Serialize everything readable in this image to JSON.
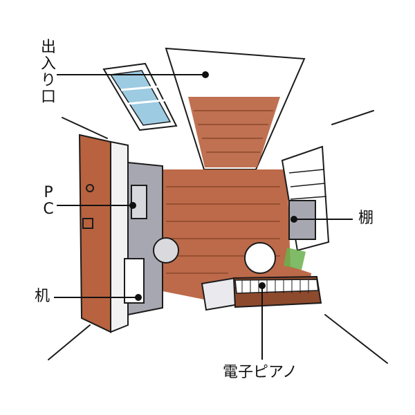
{
  "labels": {
    "entrance": [
      "出",
      "入",
      "り",
      "口"
    ],
    "pc": [
      "P",
      "C"
    ],
    "desk": "机",
    "shelf": "棚",
    "piano": "電子ピアノ"
  },
  "colors": {
    "wood": "#b8623f",
    "wood_dark": "#8e4a2d",
    "wall_line": "#1b1b1b",
    "gray": "#a7a7b2",
    "glass": "#9ccbe2",
    "leader": "#111111"
  }
}
